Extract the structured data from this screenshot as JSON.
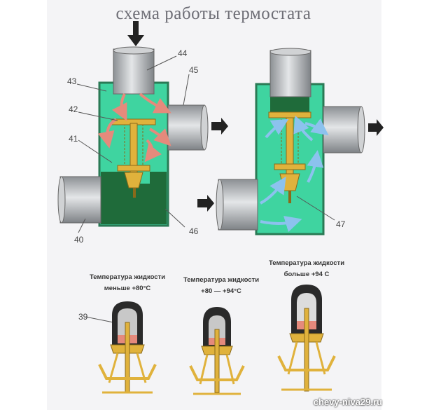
{
  "title": "схема работы термостата",
  "labels": {
    "l44": "44",
    "l45": "45",
    "l43": "43",
    "l42": "42",
    "l41": "41",
    "l40": "40",
    "l46": "46",
    "l47": "47",
    "l39": "39"
  },
  "captions": {
    "c1_line1": "Температура жидкости",
    "c1_line2": "меньше +80°С",
    "c2_line1": "Температура жидкости",
    "c2_line2": "+80 — +94°С",
    "c3_line1": "Температура жидкости",
    "c3_line2": "больше +94 С"
  },
  "watermark": "chevy-niva29.ru",
  "colors": {
    "coolant": "#3fd4a0",
    "coolant_dark": "#1f6b3a",
    "housing": "#2a7a55",
    "pipe": "#b8bcc0",
    "brass": "#e0b23c",
    "flow": "#e58a7c",
    "flow_cold": "#7fb4e6"
  }
}
